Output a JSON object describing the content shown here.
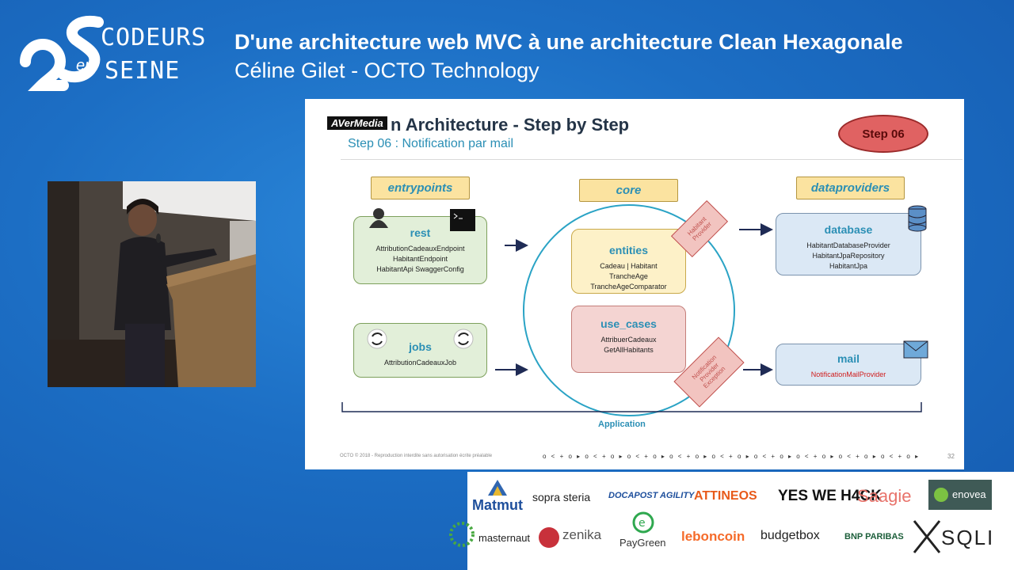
{
  "event": {
    "logo_line1": "CODEURS",
    "logo_line2": "SEINE",
    "logo_en": "en",
    "logo_mark": "2S"
  },
  "talk": {
    "title": "D'une architecture web MVC à une architecture Clean Hexagonale",
    "speaker": "Céline Gilet - OCTO Technology"
  },
  "slide": {
    "title": "n Architecture - Step by Step",
    "overlay": "AVerMedia",
    "subtitle": "Step 06 : Notification par mail",
    "step_badge": "Step 06",
    "headers": {
      "entrypoints": "entrypoints",
      "core": "core",
      "dataproviders": "dataproviders"
    },
    "rest": {
      "title": "rest",
      "lines": [
        "AttributionCadeauxEndpoint",
        "HabitantEndpoint",
        "HabitantApi SwaggerConfig"
      ]
    },
    "jobs": {
      "title": "jobs",
      "lines": [
        "AttributionCadeauxJob"
      ]
    },
    "entities": {
      "title": "entities",
      "lines": [
        "Cadeau | Habitant",
        "TrancheAge",
        "TrancheAgeComparator"
      ]
    },
    "use_cases": {
      "title": "use_cases",
      "lines": [
        "AttribuerCadeaux",
        "GetAllHabitants"
      ]
    },
    "database": {
      "title": "database",
      "lines": [
        "HabitantDatabaseProvider",
        "HabitantJpaRepository",
        "HabitantJpa"
      ]
    },
    "mail": {
      "title": "mail",
      "lines": [
        "NotificationMailProvider"
      ]
    },
    "tag_top": [
      "Habitant",
      "Provider"
    ],
    "tag_bottom": [
      "Notification",
      "Provider",
      "Exception"
    ],
    "app_label": "Application",
    "footer": "OCTO © 2018 - Reproduction interdite sans autorisation écrite préalable",
    "footer_dots": "o < + o ▸ o < + o ▸ o < + o ▸ o < + o ▸ o < + o ▸ o < + o ▸ o < + o ▸ o < + o ▸ o < + o ▸",
    "page_number": "32"
  },
  "sponsors": [
    "Matmut",
    "sopra steria",
    "DOCAPOST AGILITY",
    "ATTINEOS",
    "YES WE H4CK",
    "Saagie",
    "enovea",
    "masternaut",
    "zenika",
    "PayGreen",
    "leboncoin",
    "budgetbox",
    "BNP PARIBAS",
    "SQLI"
  ],
  "colors": {
    "background": "#1c6ec4",
    "accent": "#2b8fb5",
    "badge": "#e06262"
  }
}
